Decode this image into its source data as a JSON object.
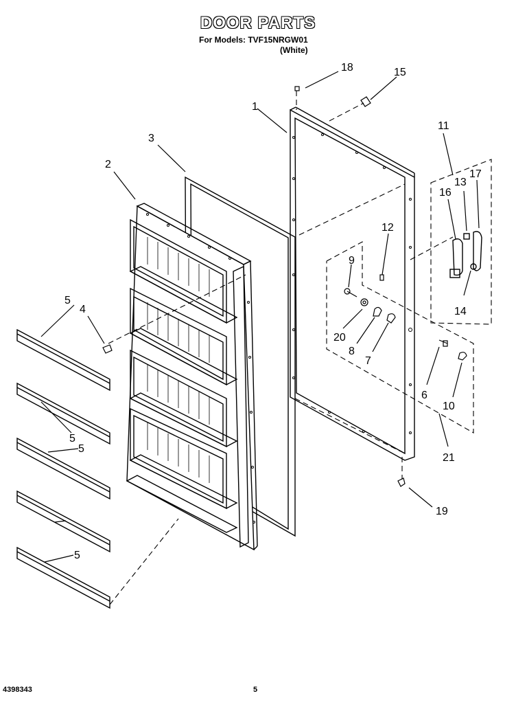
{
  "header": {
    "title": "DOOR PARTS",
    "models_line": "For Models: TVF15NRGW01",
    "variant": "(White)"
  },
  "footer": {
    "doc_number": "4398343",
    "page": "5"
  },
  "callouts": [
    "1",
    "2",
    "3",
    "4",
    "5",
    "5",
    "5",
    "5",
    "6",
    "7",
    "8",
    "9",
    "10",
    "11",
    "12",
    "13",
    "14",
    "15",
    "16",
    "17",
    "18",
    "19",
    "20",
    "21"
  ]
}
